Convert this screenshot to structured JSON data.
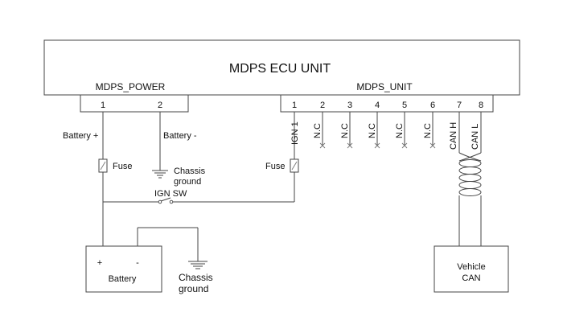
{
  "ecu": {
    "title": "MDPS ECU UNIT"
  },
  "power_connector": {
    "label": "MDPS_POWER",
    "pins": [
      "1",
      "2"
    ]
  },
  "unit_connector": {
    "label": "MDPS_UNIT",
    "pins": [
      "1",
      "2",
      "3",
      "4",
      "5",
      "6",
      "7",
      "8"
    ]
  },
  "signals": {
    "battery_plus": "Battery +",
    "battery_minus": "Battery -",
    "ign1": "IGN 1",
    "nc": "N.C",
    "can_h": "CAN H",
    "can_l": "CAN L"
  },
  "fuse": "Fuse",
  "chassis_ground": {
    "line1": "Chassis",
    "line2": "ground"
  },
  "ign_sw": "IGN SW",
  "battery": {
    "label": "Battery",
    "plus": "+",
    "minus": "-"
  },
  "vehicle_can": {
    "line1": "Vehicle",
    "line2": "CAN"
  }
}
